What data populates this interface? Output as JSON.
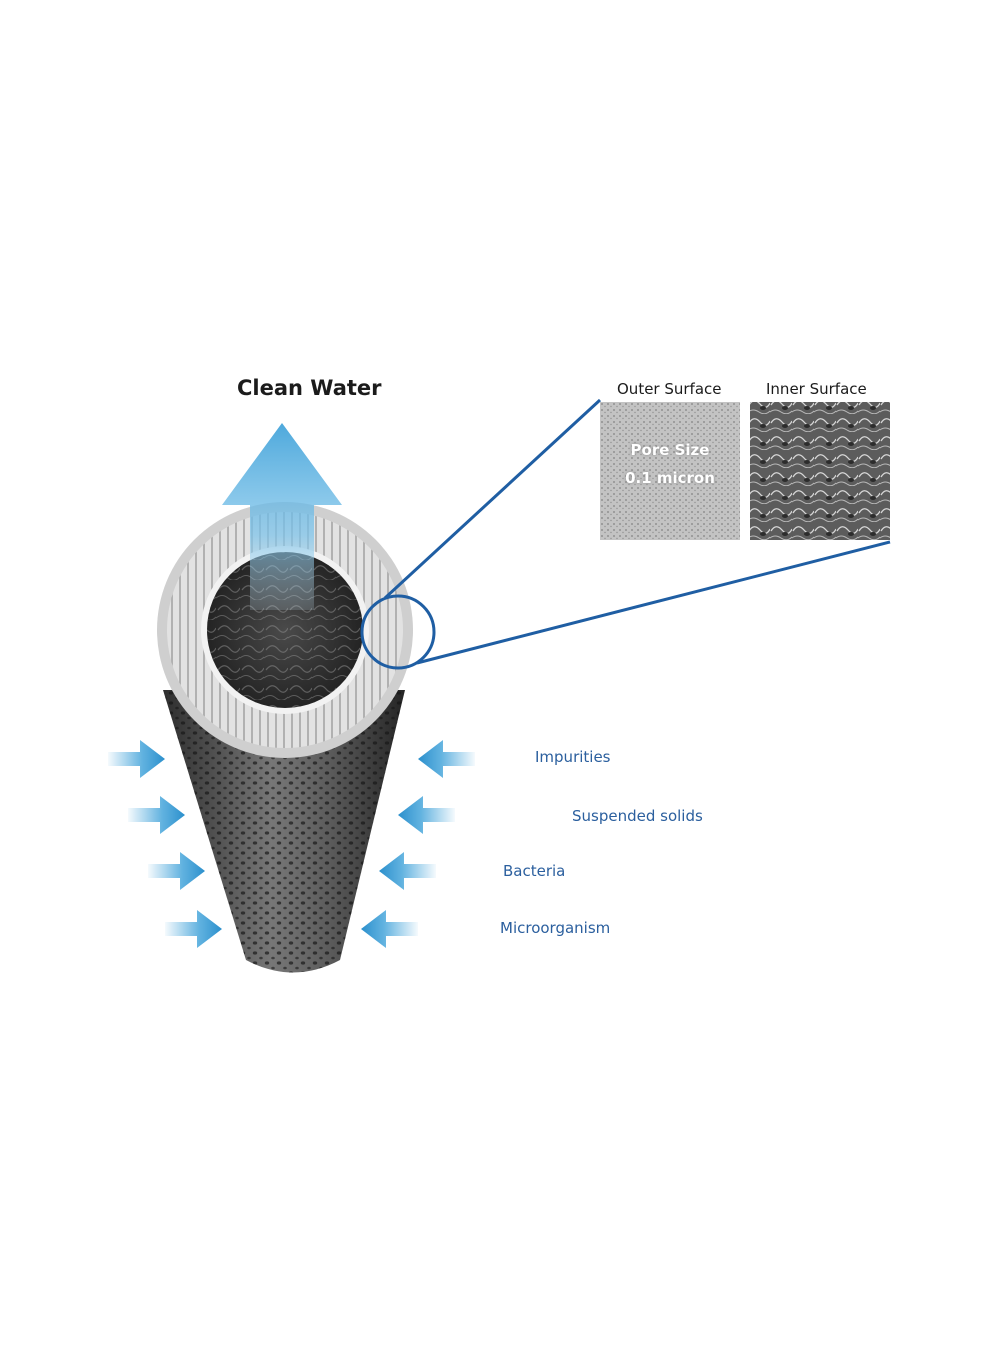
{
  "title": "Clean Water",
  "zoom_panels": {
    "outer": {
      "caption": "Outer Surface",
      "pore_line1": "Pore Size",
      "pore_line2": "0.1 micron"
    },
    "inner": {
      "caption": "Inner Surface"
    }
  },
  "contaminants": [
    "Impurities",
    "Suspended solids",
    "Bacteria",
    "Microorganism"
  ],
  "colors": {
    "accent_blue": "#2b5f9e",
    "arrow_blue": "#3a9fd8",
    "zoom_line": "#1f5ea3"
  },
  "icons": {
    "outflow": "up-arrow-icon",
    "inflow": "right-arrow-icon / left-arrow-icon"
  }
}
